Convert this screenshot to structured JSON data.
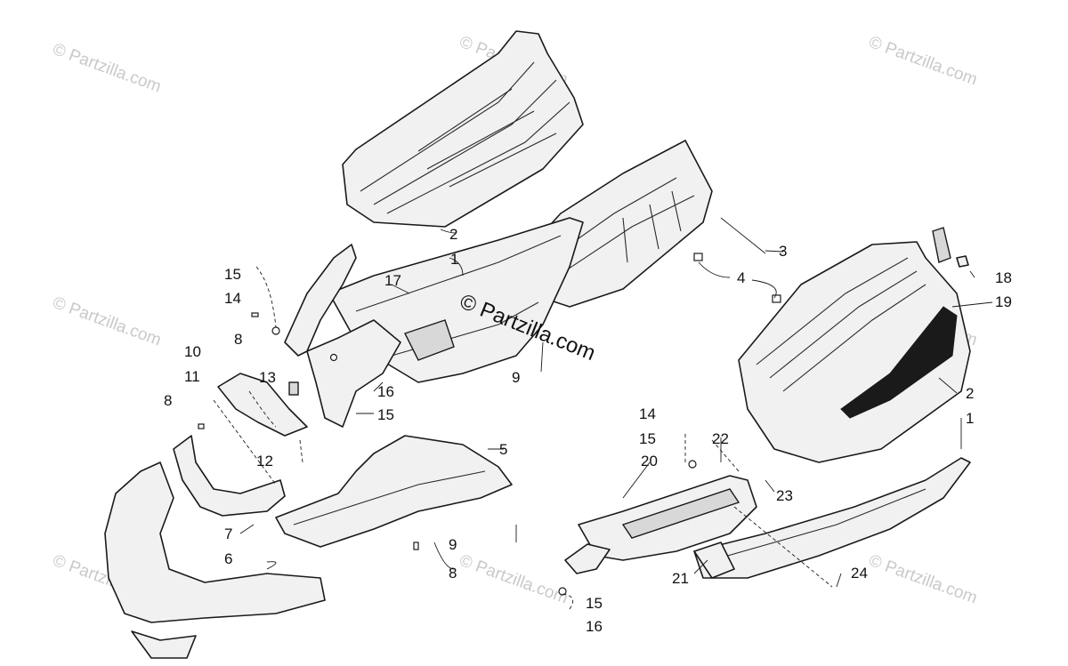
{
  "watermark": {
    "site": "© Partzilla.com",
    "center": "© Partzilla.com"
  },
  "callouts": {
    "c1a": "1",
    "c1b": "1",
    "c2a": "2",
    "c2b": "2",
    "c3": "3",
    "c4": "4",
    "c5": "5",
    "c6": "6",
    "c7": "7",
    "c8a": "8",
    "c8b": "8",
    "c8c": "8",
    "c9a": "9",
    "c9b": "9",
    "c10": "10",
    "c11": "11",
    "c12": "12",
    "c13": "13",
    "c14a": "14",
    "c14b": "14",
    "c15a": "15",
    "c15b": "15",
    "c15c": "15",
    "c15d": "15",
    "c16a": "16",
    "c16b": "16",
    "c17": "17",
    "c18": "18",
    "c19": "19",
    "c20": "20",
    "c21": "21",
    "c22": "22",
    "c23": "23",
    "c24": "24"
  }
}
